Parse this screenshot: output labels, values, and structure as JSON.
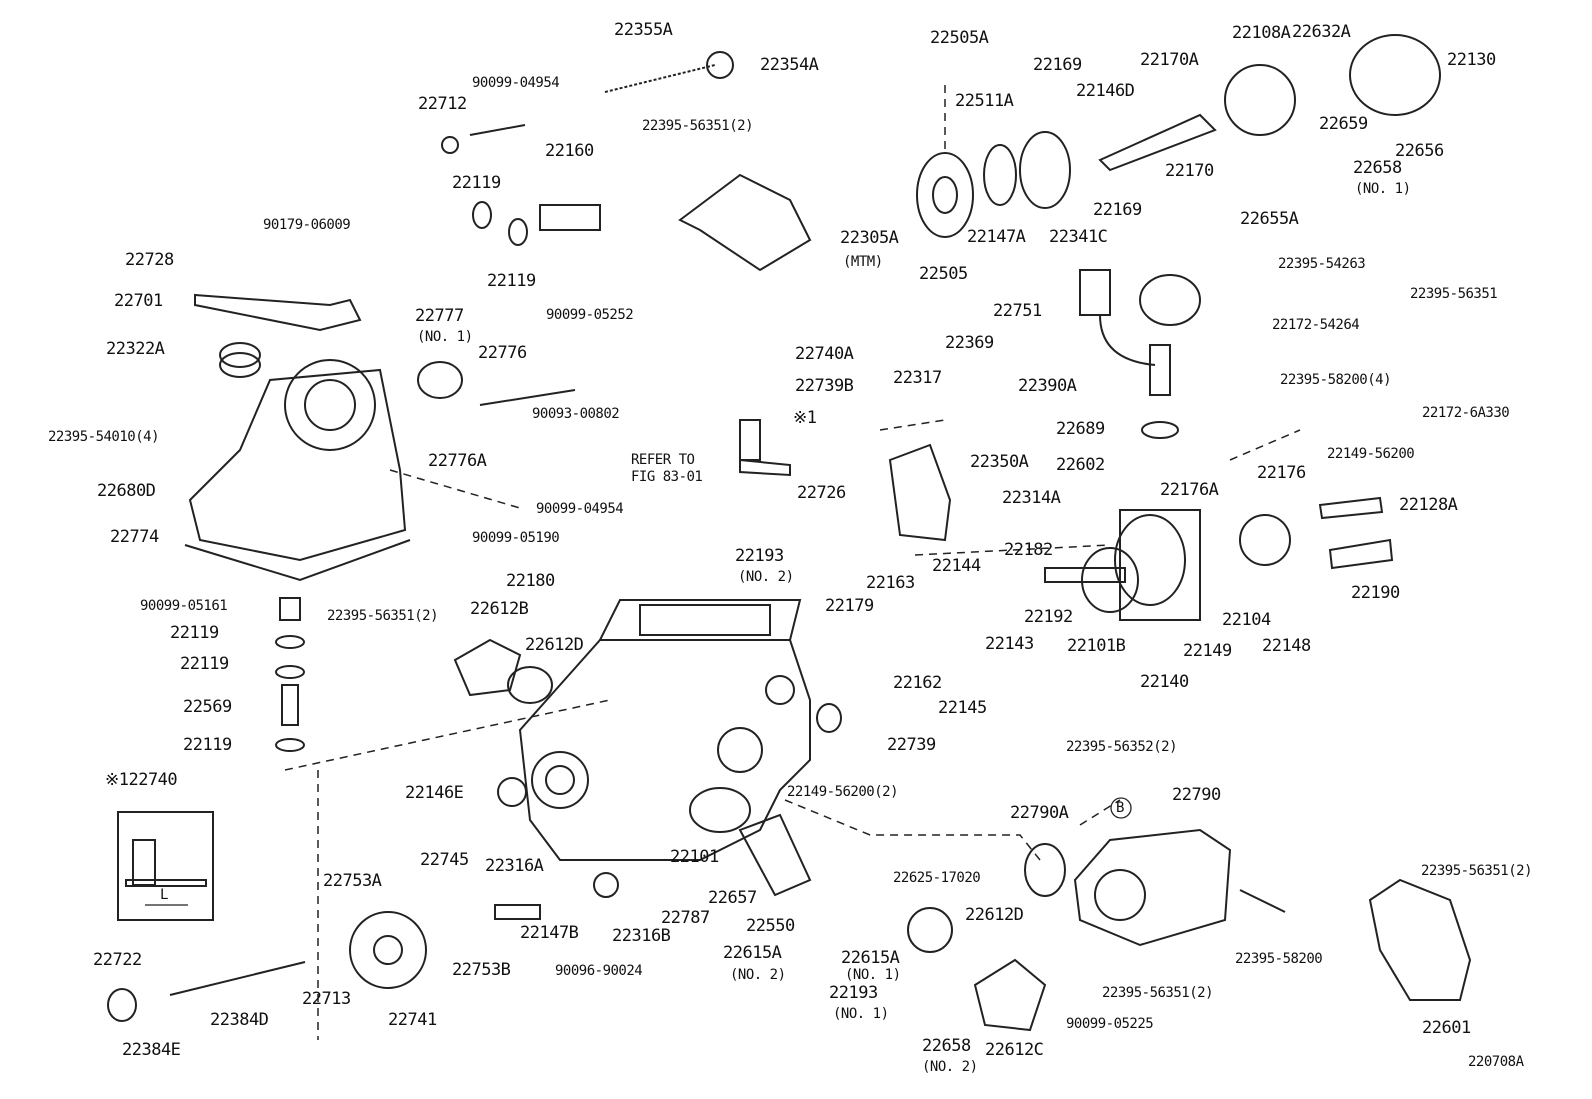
{
  "diagram": {
    "figure_code": "220708A",
    "inset": {
      "title": "※122740",
      "dimension_label": "L"
    },
    "callout_circle": "B",
    "refer_note": [
      "REFER TO",
      "FIG 83-01"
    ],
    "labels": [
      "22355A",
      "22354A",
      "90099-04954",
      "22712",
      "22160",
      "22119",
      "22119",
      "90179-06009",
      "22728",
      "22701",
      "22322A",
      "22395-56351(2)",
      "22305A",
      "(MTM)",
      "22505A",
      "22511A",
      "22169",
      "22146D",
      "22170A",
      "22108A",
      "22632A",
      "22130",
      "22659",
      "22656",
      "22658",
      "(NO. 1)",
      "22655A",
      "22170",
      "22169",
      "22147A",
      "22341C",
      "22505",
      "22395-54263",
      "22751",
      "22172-54264",
      "22395-56351",
      "22172-6A330",
      "22390A",
      "22395-58200(4)",
      "22689",
      "22602",
      "22149-56200",
      "22176A",
      "22176",
      "22128A",
      "22190",
      "22148",
      "22149",
      "22104",
      "22140",
      "22101B",
      "22192",
      "22182",
      "22144",
      "22143",
      "22163",
      "22179",
      "22162",
      "22145",
      "22350A",
      "22314A",
      "22369",
      "22317",
      "22740A",
      "22739B",
      "※1",
      "22726",
      "22777",
      "(NO. 1)",
      "22776",
      "90099-05252",
      "90093-00802",
      "22776A",
      "22395-54010(4)",
      "22680D",
      "22774",
      "90099-04954",
      "90099-05190",
      "22193",
      "(NO. 2)",
      "22180",
      "90099-05161",
      "22119",
      "22119",
      "22569",
      "22119",
      "22395-56351(2)",
      "22612B",
      "22612D",
      "22739",
      "22146E",
      "22149-56200(2)",
      "22101",
      "22753A",
      "22745",
      "22316A",
      "22787",
      "22657",
      "22550",
      "22625-17020",
      "22147B",
      "22316B",
      "22753B",
      "90096-90024",
      "22615A",
      "(NO. 2)",
      "22722",
      "22713",
      "22741",
      "22384D",
      "22384E",
      "22612D",
      "22615A",
      "(NO. 1)",
      "22193",
      "(NO. 1)",
      "22658",
      "(NO. 2)",
      "22612C",
      "22395-56351(2)",
      "90099-05225",
      "22790A",
      "22395-56352(2)",
      "22790",
      "22395-58200",
      "22395-56351(2)",
      "22601"
    ]
  }
}
